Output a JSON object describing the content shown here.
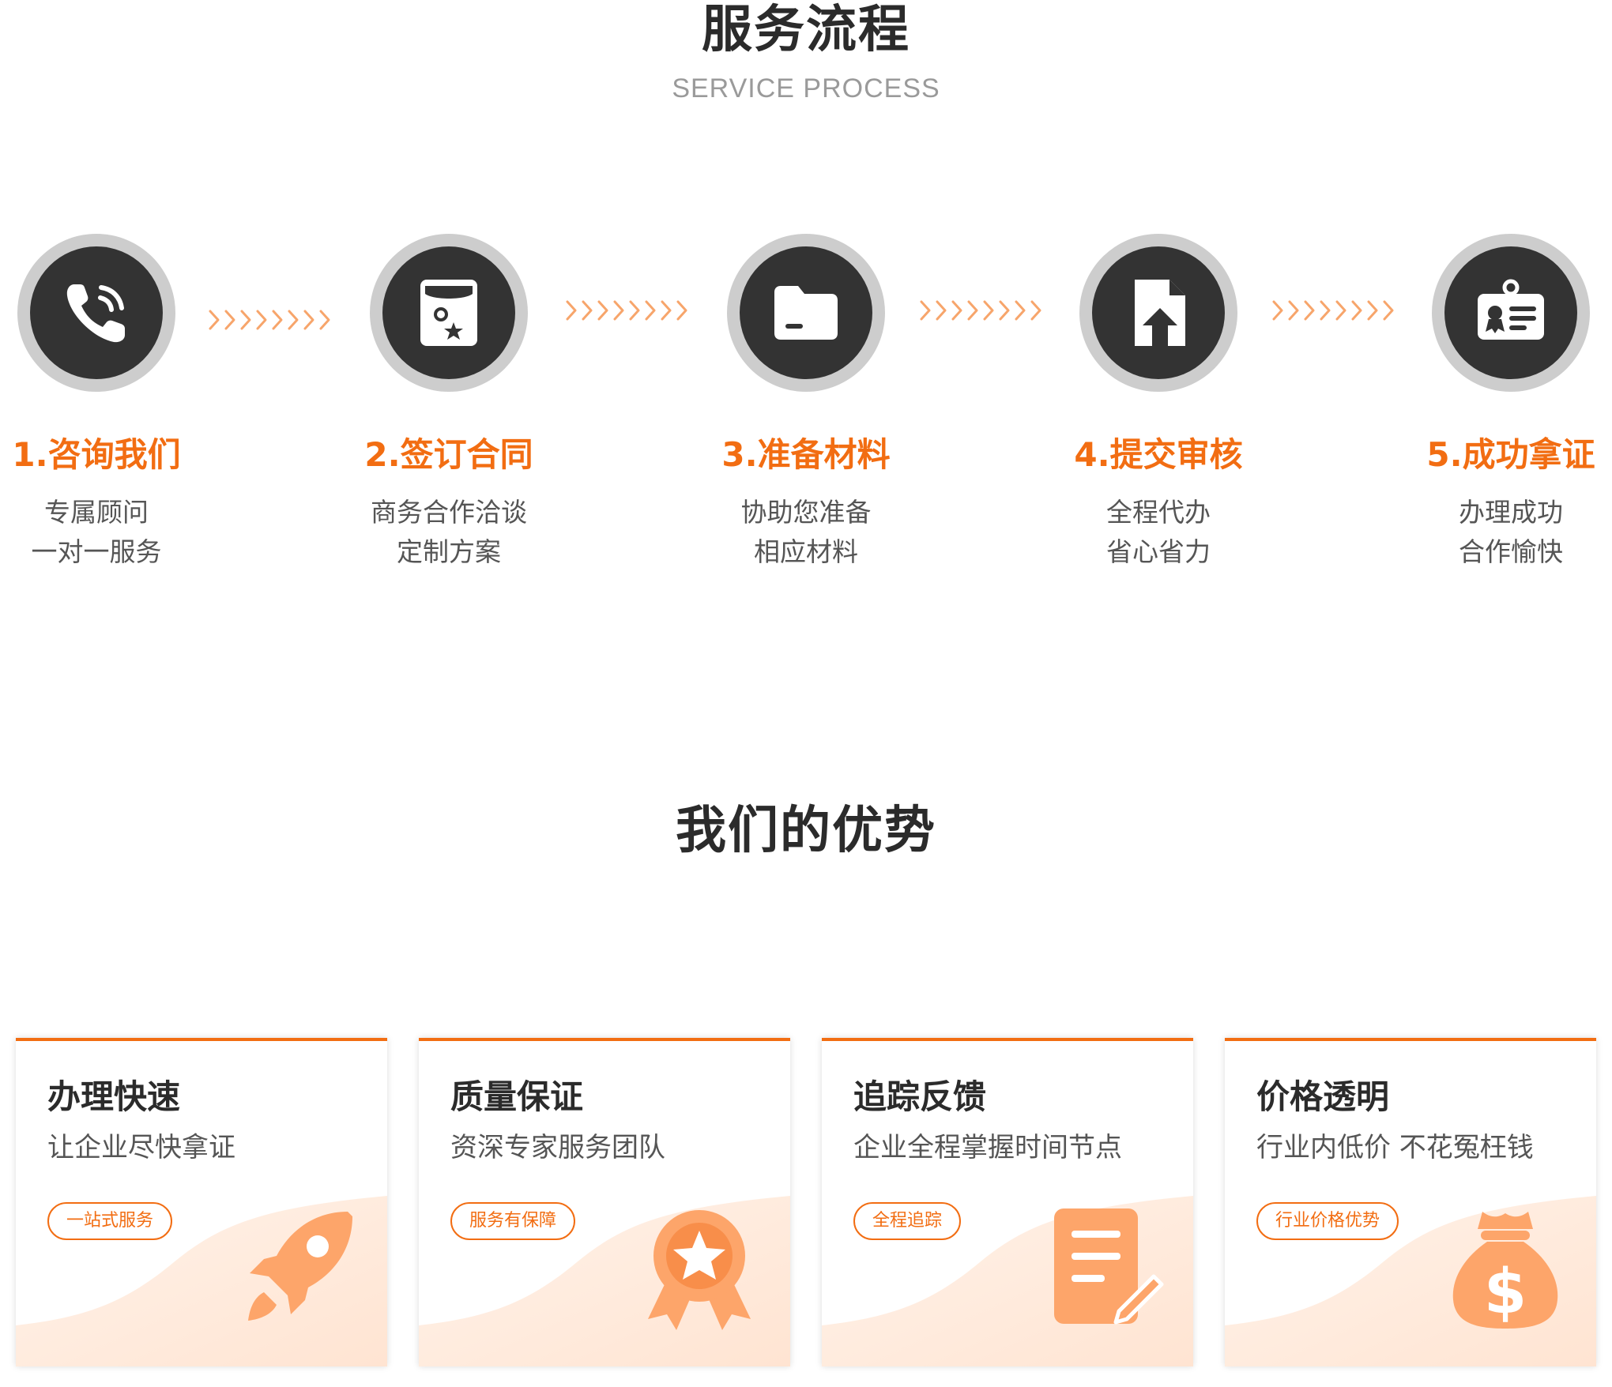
{
  "process": {
    "title": "服务流程",
    "subtitle": "SERVICE PROCESS",
    "steps": [
      {
        "title": "1.咨询我们",
        "line1": "专属顾问",
        "line2": "一对一服务",
        "icon": "phone-icon"
      },
      {
        "title": "2.签订合同",
        "line1": "商务合作洽谈",
        "line2": "定制方案",
        "icon": "contract-icon"
      },
      {
        "title": "3.准备材料",
        "line1": "协助您准备",
        "line2": "相应材料",
        "icon": "folder-icon"
      },
      {
        "title": "4.提交审核",
        "line1": "全程代办",
        "line2": "省心省力",
        "icon": "upload-file-icon"
      },
      {
        "title": "5.成功拿证",
        "line1": "办理成功",
        "line2": "合作愉快",
        "icon": "id-card-icon"
      }
    ]
  },
  "advantages": {
    "title": "我们的优势",
    "cards": [
      {
        "title": "办理快速",
        "subtitle": "让企业尽快拿证",
        "tag": "一站式服务",
        "icon": "rocket-icon"
      },
      {
        "title": "质量保证",
        "subtitle": "资深专家服务团队",
        "tag": "服务有保障",
        "icon": "medal-icon"
      },
      {
        "title": "追踪反馈",
        "subtitle": "企业全程掌握时间节点",
        "tag": "全程追踪",
        "icon": "document-edit-icon"
      },
      {
        "title": "价格透明",
        "subtitle": "行业内低价 不花冤枉钱",
        "tag": "行业价格优势",
        "icon": "money-bag-icon"
      }
    ]
  },
  "colors": {
    "accent": "#f26d12",
    "icon_light": "#fda56a",
    "circle_dark": "#333333",
    "circle_ring": "#cdcdcd"
  }
}
